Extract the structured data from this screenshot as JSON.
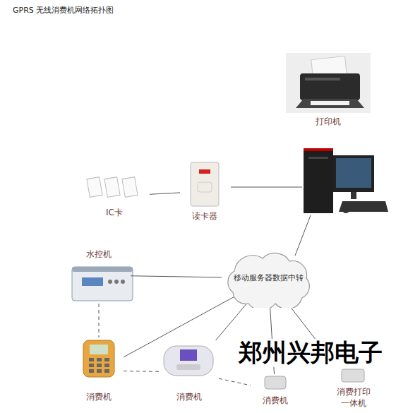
{
  "diagram": {
    "title": "GPRS 无线消费机网络拓扑图",
    "nodes": [
      {
        "text": [
          "打印机"
        ]
      },
      {
        "text": [
          "IC卡"
        ]
      },
      {
        "text": [
          "读卡器"
        ]
      },
      {
        "text": [
          "水控机"
        ]
      },
      {
        "text": [
          "移动服务器数据中转"
        ]
      },
      {
        "text": [
          "消费机"
        ]
      },
      {
        "text": [
          "消费机"
        ]
      },
      {
        "text": [
          "消费机"
        ]
      },
      {
        "text": [
          "消费打印一体机"
        ]
      }
    ],
    "edges": [
      {
        "from": 1,
        "to": 2,
        "arrow": "none"
      },
      {
        "from": 4,
        "to": 3,
        "arrow": "none"
      },
      {
        "from": 4,
        "to": 5,
        "arrow": "none"
      },
      {
        "from": 4,
        "to": 6,
        "arrow": "none"
      },
      {
        "from": 4,
        "to": 7,
        "arrow": "none"
      },
      {
        "from": 4,
        "to": 8,
        "arrow": "none"
      },
      {
        "from": 3,
        "to": 5,
        "arrow": "none"
      },
      {
        "from": 5,
        "to": 6,
        "arrow": "none"
      },
      {
        "from": 6,
        "to": 7,
        "arrow": "none"
      }
    ],
    "labels": [
      "郑州兴邦电子"
    ]
  }
}
